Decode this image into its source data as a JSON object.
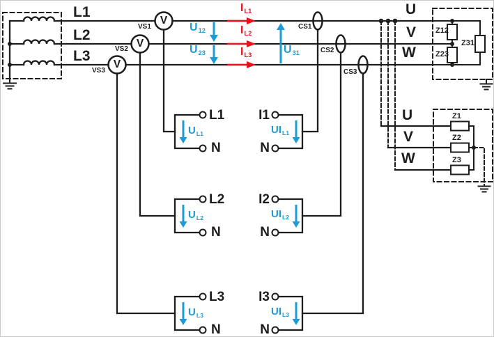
{
  "colors": {
    "line": "#1d1d1b",
    "red": "#e5141c",
    "blue": "#1e9bd7",
    "background": "#ffffff"
  },
  "source_phases": [
    "L1",
    "L2",
    "L3"
  ],
  "voltage_sensors": {
    "symbol": "V",
    "labels": [
      "VS1",
      "VS2",
      "VS3"
    ]
  },
  "current_sensors": {
    "labels": [
      "CS1",
      "CS2",
      "CS3"
    ]
  },
  "phase_currents": [
    {
      "main": "I",
      "sub": "L1"
    },
    {
      "main": "I",
      "sub": "L2"
    },
    {
      "main": "I",
      "sub": "L3"
    }
  ],
  "line_voltages": [
    {
      "main": "U",
      "sub": "12"
    },
    {
      "main": "U",
      "sub": "23"
    },
    {
      "main": "U",
      "sub": "31"
    }
  ],
  "bus_terminals": [
    "U",
    "V",
    "W"
  ],
  "load_terminals": [
    "U",
    "V",
    "W"
  ],
  "meter_inputs": [
    {
      "voltage_terminal": "L1",
      "voltage_neutral": "N",
      "voltage_arrow": {
        "main": "U",
        "sub": "L1"
      },
      "current_terminal": "I1",
      "current_neutral": "N",
      "current_arrow": {
        "main": "UI",
        "sub": "L1"
      }
    },
    {
      "voltage_terminal": "L2",
      "voltage_neutral": "N",
      "voltage_arrow": {
        "main": "U",
        "sub": "L2"
      },
      "current_terminal": "I2",
      "current_neutral": "N",
      "current_arrow": {
        "main": "UI",
        "sub": "L2"
      }
    },
    {
      "voltage_terminal": "L3",
      "voltage_neutral": "N",
      "voltage_arrow": {
        "main": "U",
        "sub": "L3"
      },
      "current_terminal": "I3",
      "current_neutral": "N",
      "current_arrow": {
        "main": "UI",
        "sub": "L3"
      }
    }
  ],
  "delta_load": {
    "z12": "Z12",
    "z23": "Z23",
    "z31": "Z31"
  },
  "star_load": {
    "z1": "Z1",
    "z2": "Z2",
    "z3": "Z3"
  }
}
